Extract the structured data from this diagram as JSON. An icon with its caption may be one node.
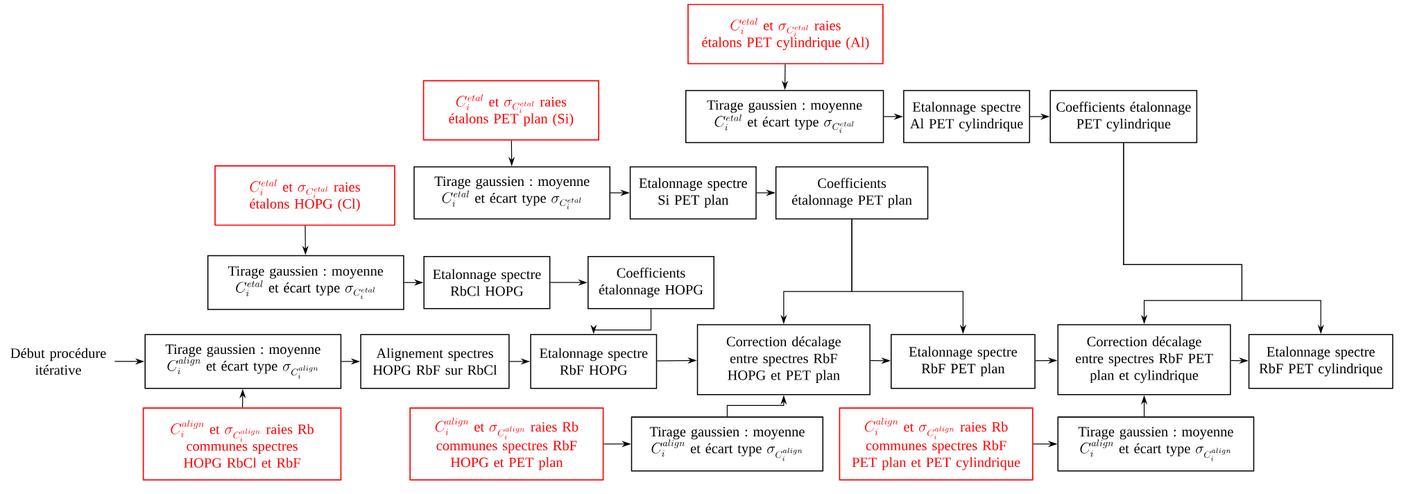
{
  "diagram": {
    "nodes": [
      {
        "text": [
          "C_i^{etal}\\text{ et }\\sigma_{C_i^{etal}}\\text{ raies}",
          "étalons PET cylindrique (Al)"
        ]
      },
      {
        "text": [
          "Tirage gaussien : moyenne",
          "C_i^{etal}\\text{ et écart type }\\sigma_{C_i^{etal}}"
        ]
      },
      {
        "text": [
          "Etalonnage spectre Al PET cylindrique"
        ]
      },
      {
        "text": [
          "Coefficients étalonnage PET cylindrique"
        ]
      },
      {
        "text": [
          "C_i^{etal}\\text{ et }\\sigma_{C_i^{etal}}\\text{ raies}",
          "étalons PET plan (Si)"
        ]
      },
      {
        "text": [
          "Tirage gaussien : moyenne",
          "C_i^{etal}\\text{ et écart type }\\sigma_{C_i^{etal}}"
        ]
      },
      {
        "text": [
          "Etalonnage spectre Si PET plan"
        ]
      },
      {
        "text": [
          "Coefficients étalonnage PET plan"
        ]
      },
      {
        "text": [
          "C_i^{etal}\\text{ et }\\sigma_{C_i^{etal}}\\text{ raies}",
          "étalons HOPG (Cl)"
        ]
      },
      {
        "text": [
          "Tirage gaussien : moyenne",
          "C_i^{etal}\\text{ et écart type }\\sigma_{C_i^{etal}}"
        ]
      },
      {
        "text": [
          "Etalonnage spectre RbCl HOPG"
        ]
      },
      {
        "text": [
          "Coefficients étalonnage HOPG"
        ]
      },
      {
        "text": [
          "Début procédure itérative"
        ]
      },
      {
        "text": [
          "Tirage gaussien : moyenne",
          "C_i^{align}\\text{ et écart type }\\sigma_{C_i^{align}}"
        ]
      },
      {
        "text": [
          "Alignement spectres HOPG RbF sur RbCl"
        ]
      },
      {
        "text": [
          "Etalonnage spectre RbF HOPG"
        ]
      },
      {
        "text": [
          "Correction décalage entre spectres RbF HOPG et PET plan"
        ]
      },
      {
        "text": [
          "Etalonnage spectre RbF PET plan"
        ]
      },
      {
        "text": [
          "Correction décalage entre spectres RbF PET plan et cylindrique"
        ]
      },
      {
        "text": [
          "Etalonnage spectre RbF PET cylindrique"
        ]
      },
      {
        "text": [
          "C_i^{align}\\text{ et }\\sigma_{C_i^{align}}\\text{ raies Rb}",
          "communes spectres HOPG RbCl et RbF"
        ]
      },
      {
        "text": [
          "C_i^{align}\\text{ et }\\sigma_{C_i^{align}}\\text{ raies Rb}",
          "communes spectres RbF HOPG et PET plan"
        ]
      },
      {
        "text": [
          "Tirage gaussien : moyenne",
          "C_i^{align}\\text{ et écart type }\\sigma_{C_i^{align}}"
        ]
      },
      {
        "text": [
          "C_i^{align}\\text{ et }\\sigma_{C_i^{align}}\\text{ raies Rb}",
          "communes spectres RbF PET plan et PET cylindrique"
        ]
      },
      {
        "text": [
          "Tirage gaussien : moyenne",
          "C_i^{align}\\text{ et écart type }\\sigma_{C_i^{align}}"
        ]
      }
    ],
    "edges": [
      {
        "from": 0,
        "to": 1,
        "arrow": "to"
      },
      {
        "from": 1,
        "to": 2,
        "arrow": "to"
      },
      {
        "from": 2,
        "to": 3,
        "arrow": "to"
      },
      {
        "from": 4,
        "to": 5,
        "arrow": "to"
      },
      {
        "from": 5,
        "to": 6,
        "arrow": "to"
      },
      {
        "from": 6,
        "to": 7,
        "arrow": "to"
      },
      {
        "from": 8,
        "to": 9,
        "arrow": "to"
      },
      {
        "from": 9,
        "to": 10,
        "arrow": "to"
      },
      {
        "from": 10,
        "to": 11,
        "arrow": "to"
      },
      {
        "from": 11,
        "to": 15,
        "arrow": "to"
      },
      {
        "from": 12,
        "to": 13,
        "arrow": "to"
      },
      {
        "from": 13,
        "to": 14,
        "arrow": "to"
      },
      {
        "from": 14,
        "to": 15,
        "arrow": "to"
      },
      {
        "from": 15,
        "to": 16,
        "arrow": "to"
      },
      {
        "from": 16,
        "to": 17,
        "arrow": "to"
      },
      {
        "from": 17,
        "to": 18,
        "arrow": "to"
      },
      {
        "from": 18,
        "to": 19,
        "arrow": "to"
      },
      {
        "from": 7,
        "to": 16,
        "arrow": "to"
      },
      {
        "from": 7,
        "to": 17,
        "arrow": "to"
      },
      {
        "from": 3,
        "to": 18,
        "arrow": "to"
      },
      {
        "from": 3,
        "to": 19,
        "arrow": "to"
      },
      {
        "from": 20,
        "to": 13,
        "arrow": "to"
      },
      {
        "from": 21,
        "to": 22,
        "arrow": "to"
      },
      {
        "from": 22,
        "to": 16,
        "arrow": "to"
      },
      {
        "from": 23,
        "to": 24,
        "arrow": "to"
      },
      {
        "from": 24,
        "to": 18,
        "arrow": "to"
      }
    ]
  }
}
